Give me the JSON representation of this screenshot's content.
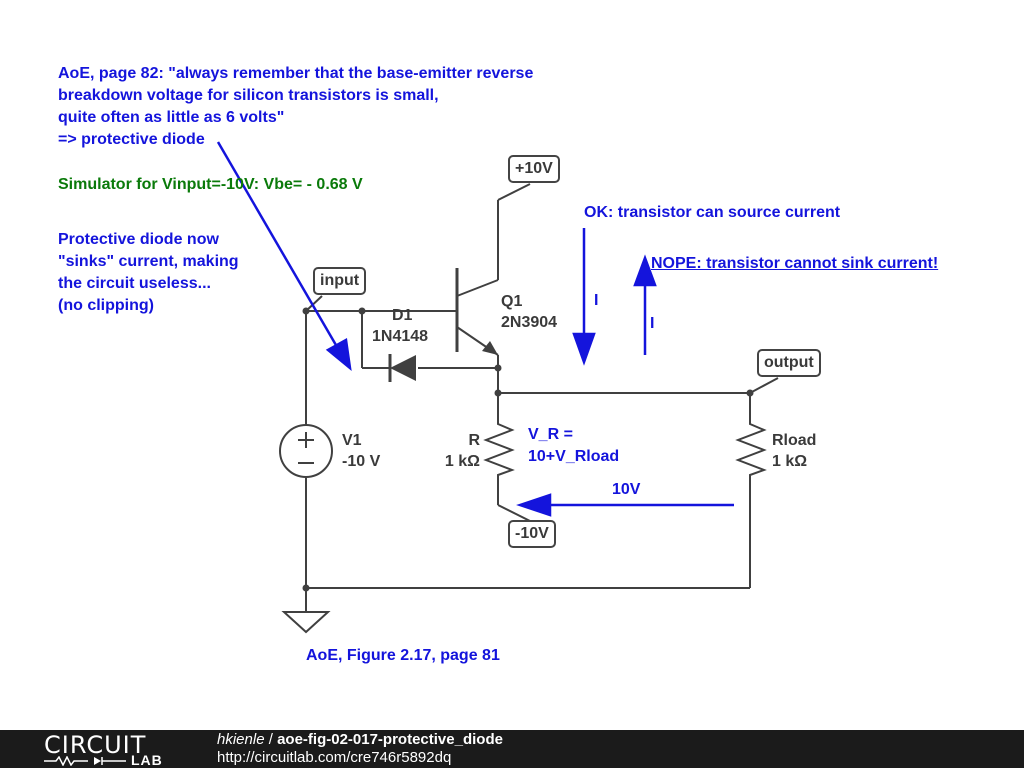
{
  "notes": {
    "aoe_quote_lines": [
      "AoE, page 82: \"always remember that the base-emitter reverse",
      "breakdown voltage for silicon transistors is small,",
      "quite often as little as 6 volts\"",
      "=> protective diode"
    ],
    "simulator": "Simulator for Vinput=-10V: Vbe= - 0.68 V",
    "sink_lines": [
      "Protective diode now",
      "\"sinks\" current, making",
      "the circuit useless...",
      "(no clipping)"
    ],
    "ok_source": "OK: transistor can source current",
    "nope_sink": "NOPE: transistor cannot sink current!",
    "current_label_1": "I",
    "current_label_2": "I",
    "vr_lines": [
      "V_R =",
      "10+V_Rload"
    ],
    "ten_v": "10V",
    "figure_ref": "AoE, Figure 2.17, page 81"
  },
  "tags": {
    "plus10": "+10V",
    "input": "input",
    "output": "output",
    "minus10": "-10V"
  },
  "components": {
    "d1_name": "D1",
    "d1_part": "1N4148",
    "q1_name": "Q1",
    "q1_part": "2N3904",
    "v1_name": "V1",
    "v1_value": "-10 V",
    "r_name": "R",
    "r_value": "1 kΩ",
    "rload_name": "Rload",
    "rload_value": "1 kΩ"
  },
  "footer": {
    "logo_top": "CIRCUIT",
    "logo_bottom": "LAB",
    "author": "hkienle",
    "separator": " / ",
    "title": "aoe-fig-02-017-protective_diode",
    "url": "http://circuitlab.com/cre746r5892dq"
  },
  "colors": {
    "wire": "#404040",
    "annotation": "#1414dc",
    "simulator_note": "#0a7a0a"
  }
}
